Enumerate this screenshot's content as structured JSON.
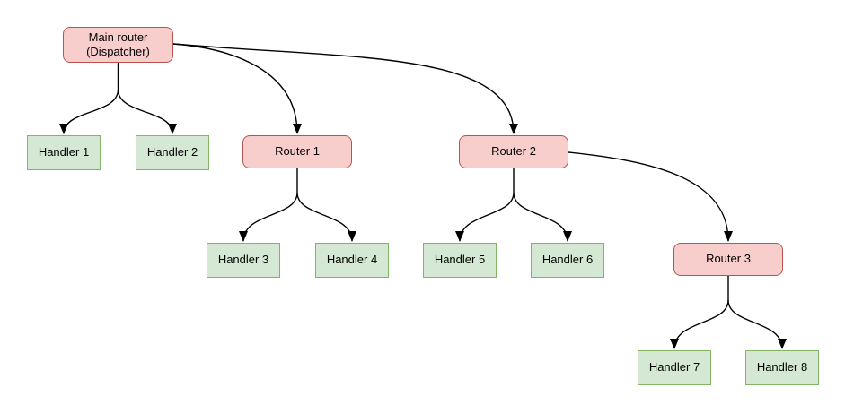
{
  "diagram": {
    "type": "tree-flowchart",
    "nodes": [
      {
        "id": "main",
        "label": "Main router (Dispatcher)",
        "type": "router"
      },
      {
        "id": "h1",
        "label": "Handler 1",
        "type": "handler"
      },
      {
        "id": "h2",
        "label": "Handler 2",
        "type": "handler"
      },
      {
        "id": "r1",
        "label": "Router 1",
        "type": "router"
      },
      {
        "id": "r2",
        "label": "Router 2",
        "type": "router"
      },
      {
        "id": "h3",
        "label": "Handler 3",
        "type": "handler"
      },
      {
        "id": "h4",
        "label": "Handler 4",
        "type": "handler"
      },
      {
        "id": "h5",
        "label": "Handler 5",
        "type": "handler"
      },
      {
        "id": "h6",
        "label": "Handler 6",
        "type": "handler"
      },
      {
        "id": "r3",
        "label": "Router 3",
        "type": "router"
      },
      {
        "id": "h7",
        "label": "Handler 7",
        "type": "handler"
      },
      {
        "id": "h8",
        "label": "Handler 8",
        "type": "handler"
      }
    ],
    "edges": [
      {
        "from": "main",
        "to": "h1"
      },
      {
        "from": "main",
        "to": "h2"
      },
      {
        "from": "main",
        "to": "r1"
      },
      {
        "from": "main",
        "to": "r2"
      },
      {
        "from": "r1",
        "to": "h3"
      },
      {
        "from": "r1",
        "to": "h4"
      },
      {
        "from": "r2",
        "to": "h5"
      },
      {
        "from": "r2",
        "to": "h6"
      },
      {
        "from": "r2",
        "to": "r3"
      },
      {
        "from": "r3",
        "to": "h7"
      },
      {
        "from": "r3",
        "to": "h8"
      }
    ],
    "colors": {
      "router_fill": "#f8cecc",
      "router_border": "#b85450",
      "handler_fill": "#d5e8d4",
      "handler_border": "#82b366",
      "edge": "#000000",
      "background": "#ffffff"
    }
  }
}
